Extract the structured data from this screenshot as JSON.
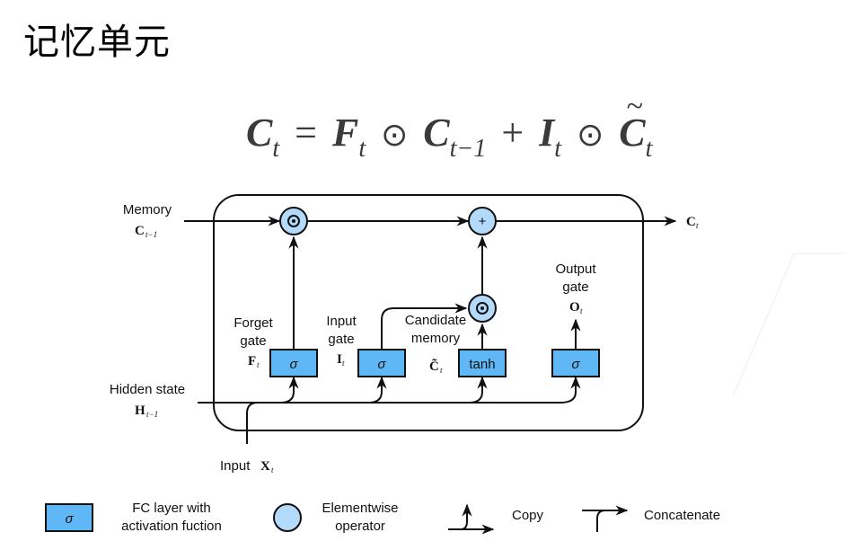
{
  "title": "记忆单元",
  "formula": {
    "lhs": "C",
    "lhs_sub": "t",
    "eq": "=",
    "t1": "F",
    "t1_sub": "t",
    "odot": "⊙",
    "t2": "C",
    "t2_sub": "t−1",
    "plus": "+",
    "t3": "I",
    "t3_sub": "t",
    "t4": "C",
    "t4_sub": "t"
  },
  "diagram": {
    "memory_in": {
      "label": "Memory",
      "symbol": "C",
      "sub": "t−1"
    },
    "memory_out": {
      "symbol": "C",
      "sub": "t"
    },
    "hidden": {
      "label": "Hidden state",
      "symbol": "H",
      "sub": "t−1"
    },
    "input": {
      "label": "Input",
      "symbol": "X",
      "sub": "t"
    },
    "gates": [
      {
        "line1": "Forget",
        "line2": "gate",
        "symbol": "F",
        "sub": "t",
        "activation": "σ"
      },
      {
        "line1": "Input",
        "line2": "gate",
        "symbol": "I",
        "sub": "t",
        "activation": "σ"
      },
      {
        "line1": "Candidate",
        "line2": "memory",
        "symbol": "C̃",
        "sub": "t",
        "activation": "tanh"
      },
      {
        "line1": "Output",
        "line2": "gate",
        "symbol": "O",
        "sub": "t",
        "activation": "σ"
      }
    ],
    "operators": {
      "mult": "⊙",
      "add": "+"
    }
  },
  "legend": {
    "fc": {
      "symbol": "σ",
      "line1": "FC layer with",
      "line2": "activation fuction"
    },
    "elementwise": {
      "line1": "Elementwise",
      "line2": "operator"
    },
    "copy": "Copy",
    "concatenate": "Concatenate"
  },
  "colors": {
    "box_fill": "#5fb8f5",
    "circle_fill": "#b3d9fb",
    "stroke": "#111111"
  }
}
